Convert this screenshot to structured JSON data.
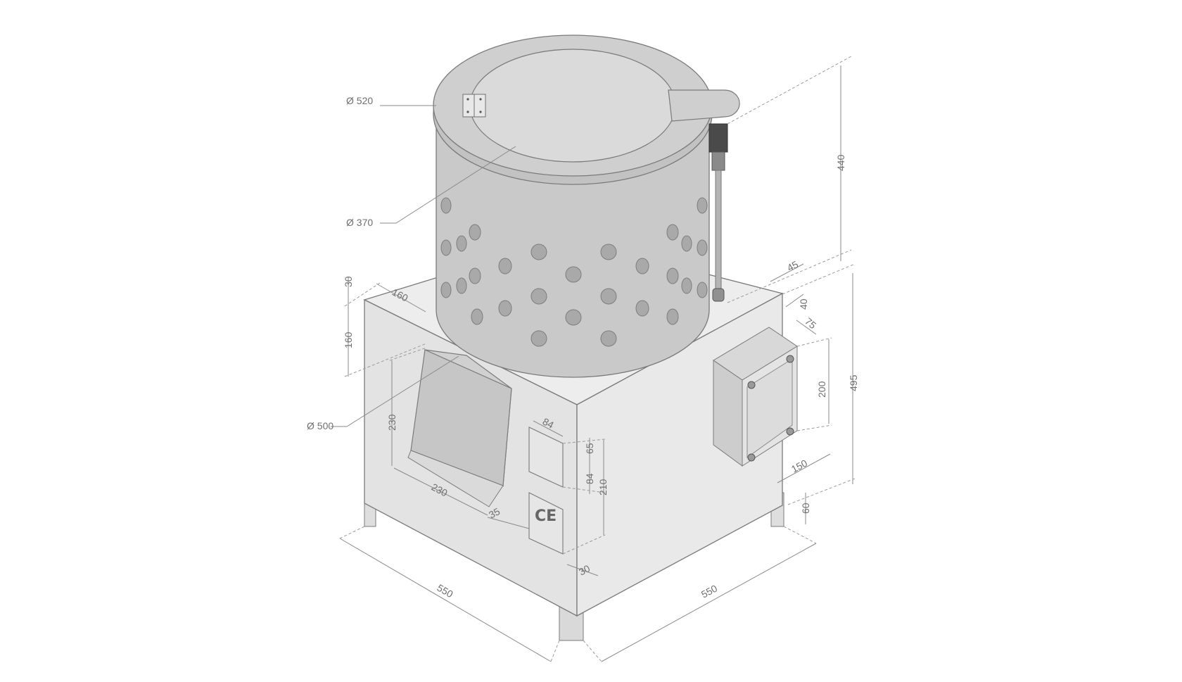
{
  "diagram": {
    "colors": {
      "background": "#ffffff",
      "cabinet_front": "#e3e3e3",
      "cabinet_side": "#e9e9e9",
      "cabinet_top": "#ededed",
      "drum": "#c9c9c9",
      "lid_ring": "#cfcfcf",
      "lid_inner": "#dadada",
      "holes": "#a9a9a9",
      "dimension_text": "#6f6f6f"
    },
    "labels": {
      "d520": "Ø 520",
      "d370": "Ø 370",
      "d500": "Ø 500",
      "h440": "440",
      "w45": "45",
      "w40": "40",
      "w75": "75",
      "h200": "200",
      "h495": "495",
      "w150": "150",
      "h60": "60",
      "h30_top": "30",
      "w160_top": "160",
      "h160_left": "160",
      "h230_left": "230",
      "w230_bottom": "230",
      "w35": "35",
      "w84_top": "84",
      "h65": "65",
      "h84": "84",
      "h210": "210",
      "w30_bottom": "30",
      "w550_left": "550",
      "w550_right": "550",
      "ce_mark": "CE"
    }
  }
}
